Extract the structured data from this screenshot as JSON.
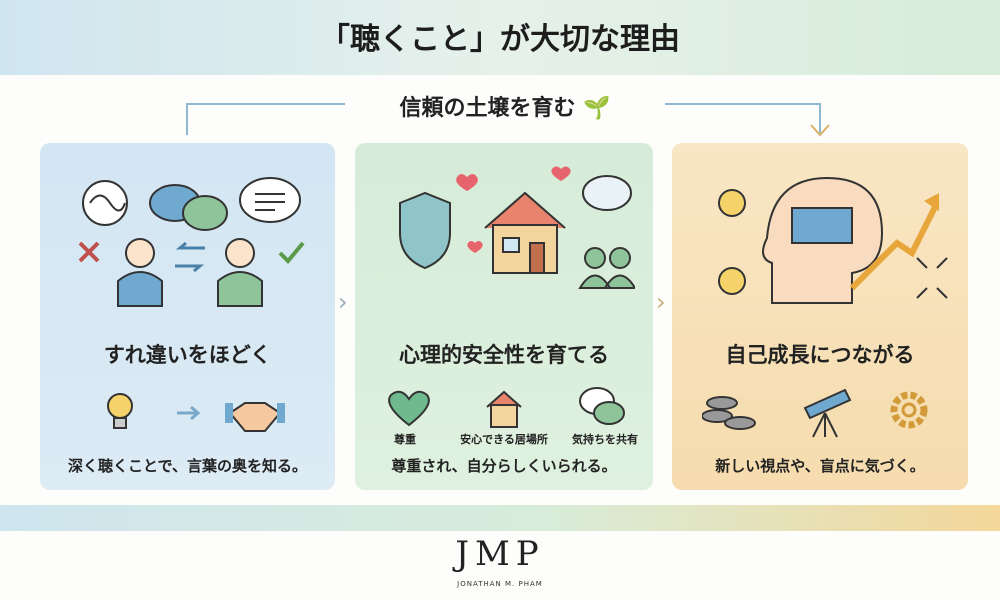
{
  "title": "「聴くこと」が大切な理由",
  "subtitle": "信頼の土壌を育む",
  "cards": [
    {
      "heading": "すれ違いをほどく",
      "body": "深く聴くことで、言葉の奥を知る。",
      "color": "#d3e6f3"
    },
    {
      "heading": "心理的安全性を育てる",
      "body": "尊重され、自分らしくいられる。",
      "labels": [
        "尊重",
        "安心できる居場所",
        "気持ちを共有"
      ],
      "color": "#d6ecd8"
    },
    {
      "heading": "自己成長につながる",
      "body": "新しい視点や、盲点に気づく。",
      "color": "#f8e6c4"
    }
  ],
  "logo": {
    "mark": "JMP",
    "name": "JONATHAN M. PHAM"
  }
}
